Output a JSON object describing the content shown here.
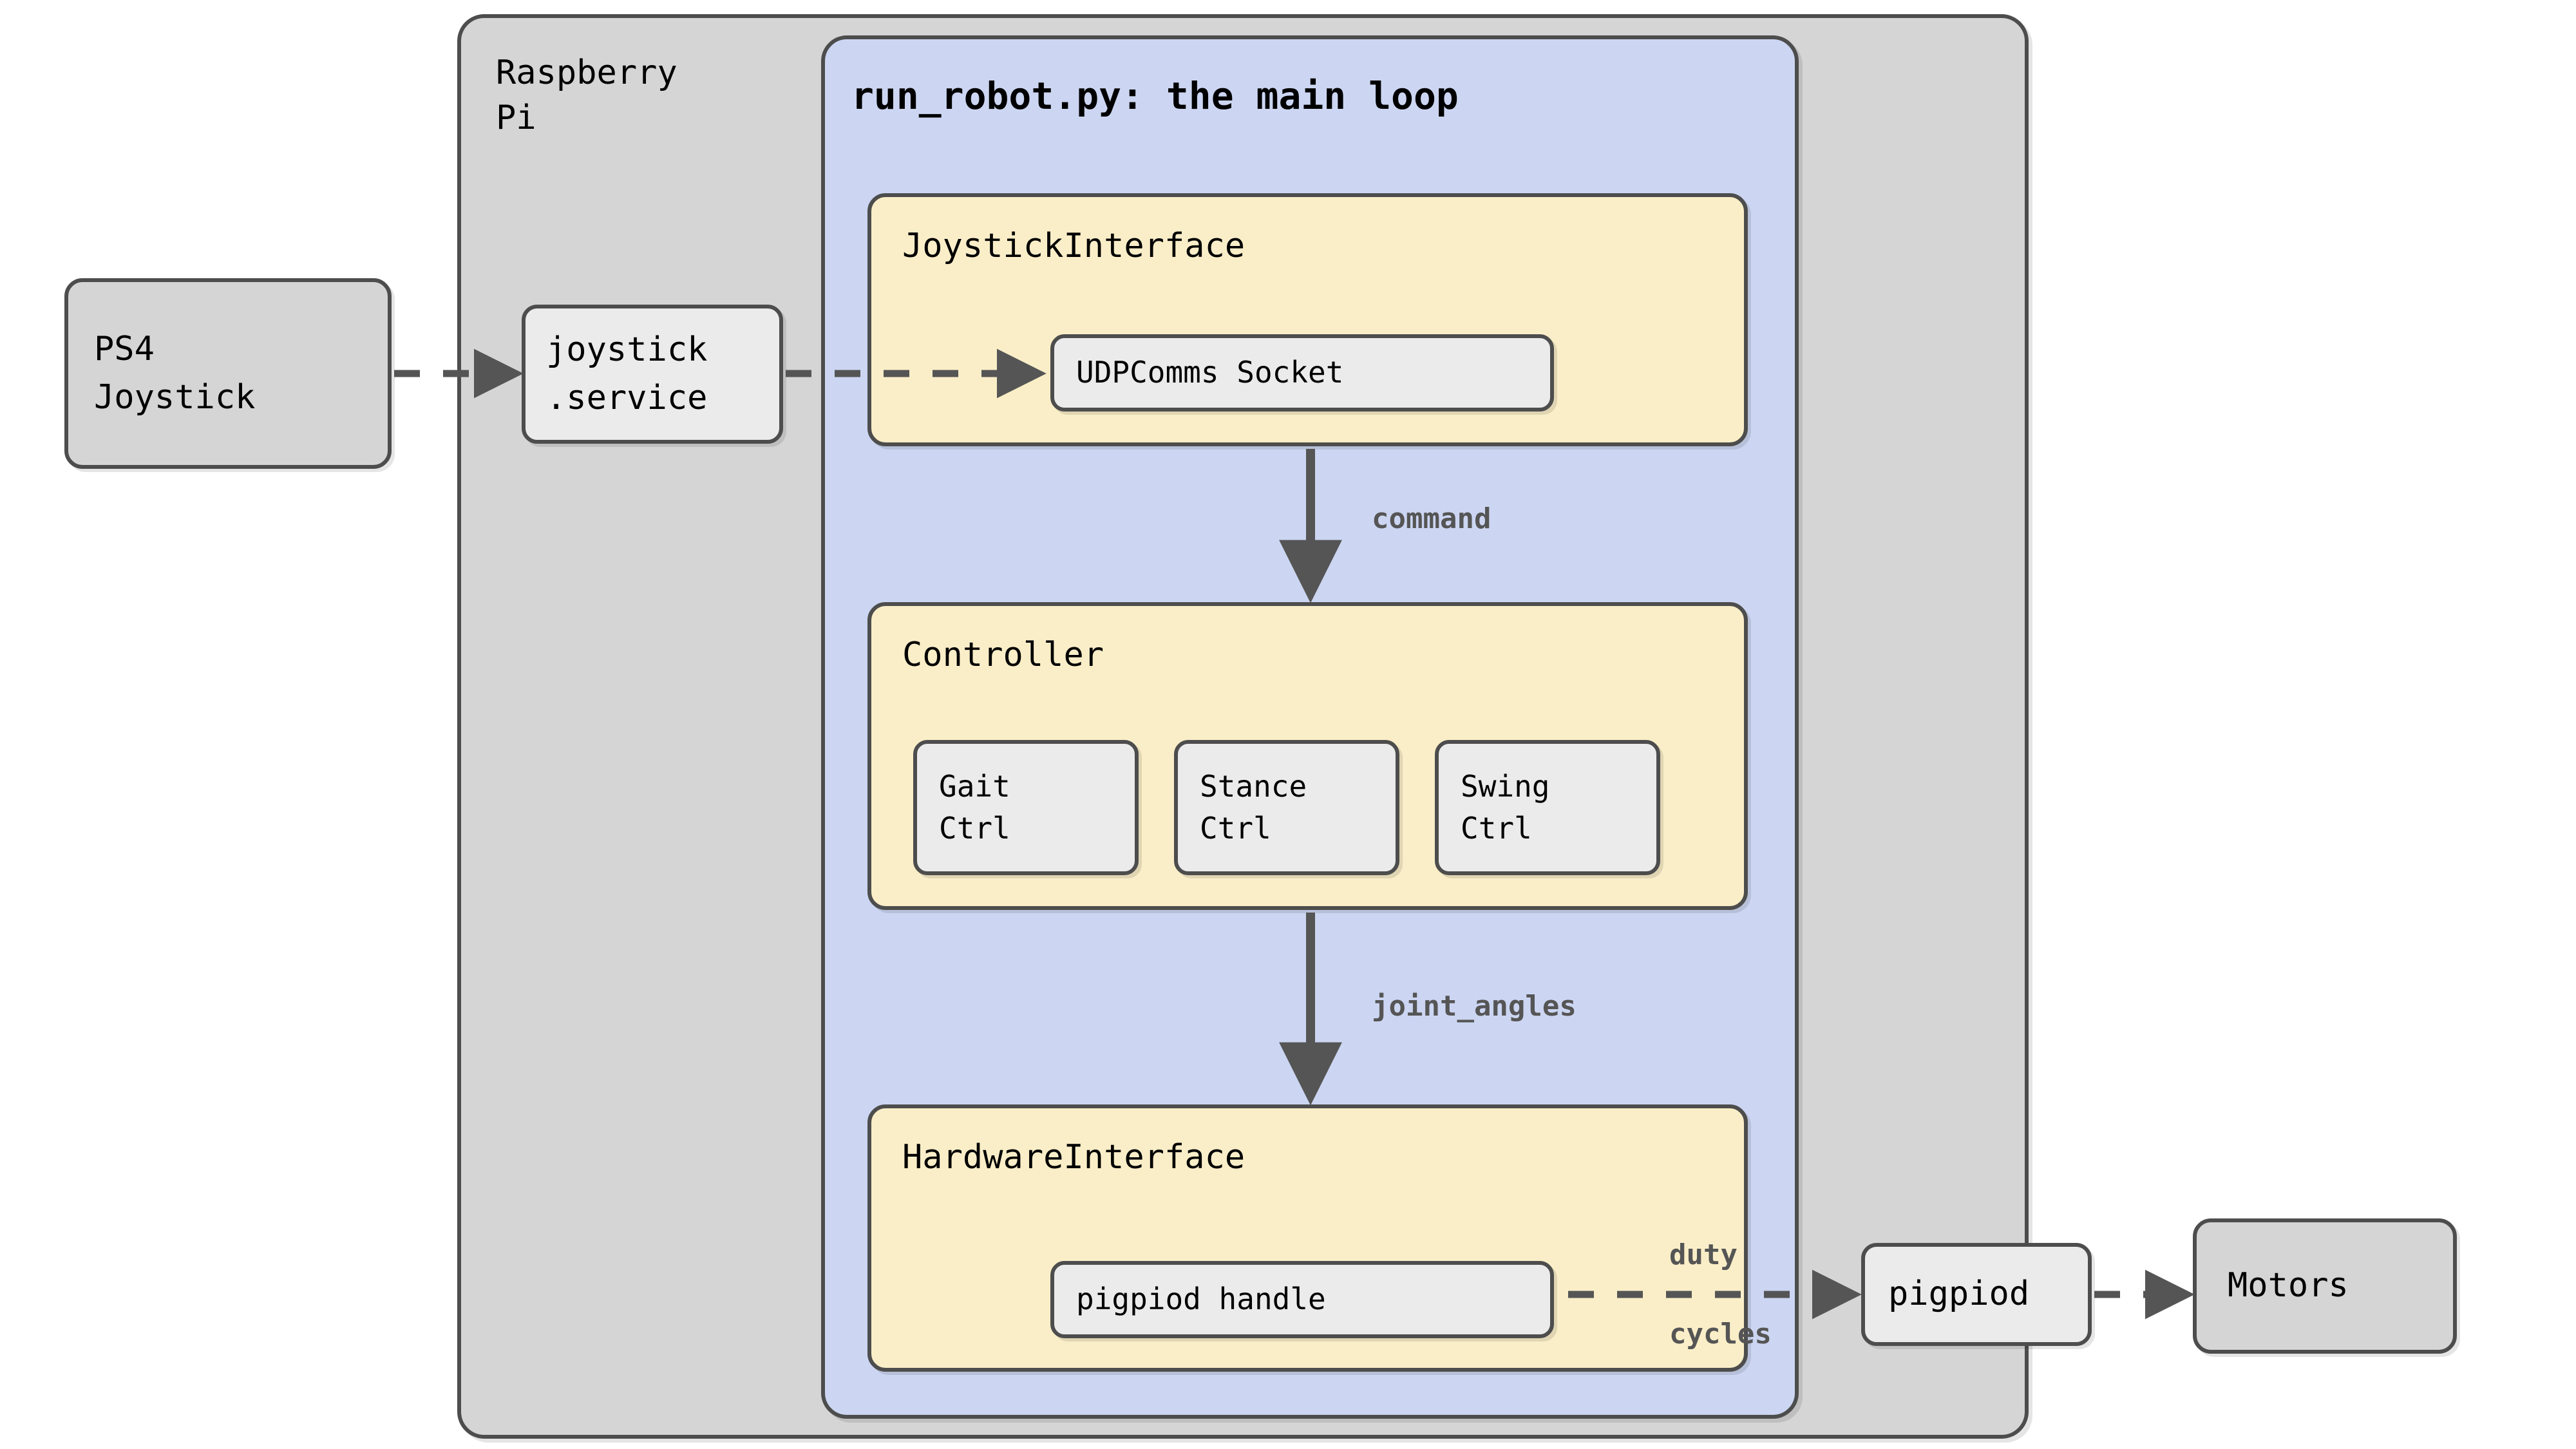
{
  "diagram": {
    "title": "run_robot.py: the main loop",
    "groups": {
      "raspberry_pi": {
        "label_line1": "Raspberry",
        "label_line2": "Pi"
      },
      "main_loop": {
        "title": "run_robot.py: the main loop"
      }
    },
    "external_nodes": [
      {
        "id": "ps4-joystick",
        "line1": "PS4",
        "line2": "Joystick"
      },
      {
        "id": "motors",
        "line1": "Motors",
        "line2": ""
      }
    ],
    "service_nodes": [
      {
        "id": "joystick-service",
        "line1": "joystick",
        "line2": ".service"
      },
      {
        "id": "pigpiod",
        "line1": "pigpiod",
        "line2": ""
      }
    ],
    "components": [
      {
        "id": "joystick-interface",
        "title": "JoystickInterface",
        "children": [
          {
            "id": "udpcomms-socket",
            "line1": "UDPComms Socket",
            "line2": ""
          }
        ]
      },
      {
        "id": "controller",
        "title": "Controller",
        "children": [
          {
            "id": "gait-ctrl",
            "line1": "Gait",
            "line2": "Ctrl"
          },
          {
            "id": "stance-ctrl",
            "line1": "Stance",
            "line2": "Ctrl"
          },
          {
            "id": "swing-ctrl",
            "line1": "Swing",
            "line2": "Ctrl"
          }
        ]
      },
      {
        "id": "hardware-interface",
        "title": "HardwareInterface",
        "children": [
          {
            "id": "pigpiod-handle",
            "line1": "pigpiod handle",
            "line2": ""
          }
        ]
      }
    ],
    "edge_labels": {
      "command": "command",
      "joint_angles": "joint_angles",
      "duty_cycles_line1": "duty",
      "duty_cycles_line2": "cycles"
    },
    "colors": {
      "raspberry_pi_fill": "#d5d5d5",
      "main_loop_fill": "#ccd6f2",
      "component_fill": "#faeec8",
      "subbox_fill": "#ebebeb",
      "stroke": "#4d4d4d",
      "edge": "#555555",
      "text": "#000000",
      "edge_label_text": "#555555"
    }
  }
}
